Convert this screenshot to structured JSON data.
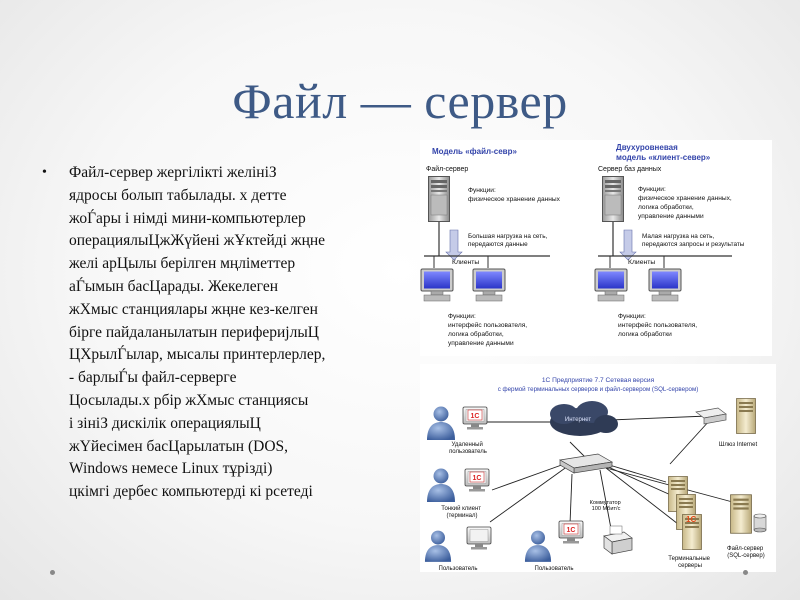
{
  "slide": {
    "title": "Файл — сервер",
    "bullet_symbol": "•",
    "body_lines": [
      "Файл-сервер жергілікті желініЗ",
      "ядросы болып табылады. х детте",
      "жоЃары і німді мини-компьютерлер",
      "операциялыЦжЖүйені жҰктейді жңне",
      "желі арЦылы берілген мңліметтер",
      "аЃымын басЦарады. Жекелеген",
      "жХмыс станциялары жңне кез-келген",
      "бірге пайдаланылатын периферијлыЦ",
      "ЦХрылЃылар, мысалы принтерлерлер,",
      "- барлыЃы файл-серверге",
      "Цосылады.х рбір жХмыс станциясы",
      "і зініЗ дискілік операциялыЦ",
      "жҮйесімен басЦарылатын (DOS,",
      "Windows немесе Linux тұрізді)",
      "цкімгі дербес компьютерді кі рсетеді"
    ]
  },
  "figure_top": {
    "left_heading": "Модель «файл-севр»",
    "right_heading_line1": "Двухуровневая",
    "right_heading_line2": "модель «клиент-север»",
    "left_server_label": "Файл-сервер",
    "right_server_label": "Сервер баз данных",
    "left_functions": [
      "Функции:",
      "физическое хранение данных"
    ],
    "right_functions": [
      "Функции:",
      "физическое хранение данных,",
      "логика обработки,",
      "управление данными"
    ],
    "left_load_note": [
      "Большая нагрузка на сеть,",
      "передаются данные"
    ],
    "right_load_note": [
      "Малая нагрузка на сеть,",
      "передаются запросы и результаты"
    ],
    "clients_label": "Клиенты",
    "left_client_functions": [
      "Функции:",
      "интерфейс пользователя,",
      "логика обработки,",
      "управление данными"
    ],
    "right_client_functions": [
      "Функции:",
      "интерфейс пользователя,",
      "логика обработки"
    ]
  },
  "figure_bottom": {
    "title_line1": "1С Предприятие 7.7 Сетевая версия",
    "title_line2": "с фермой терминальных серверов и файл-сервером (SQL-сервером)",
    "internet_label": "Интернет",
    "remote_user_label": [
      "Удаленный",
      "пользователь"
    ],
    "gateway_label": "Шлюз Internet",
    "thin_client_label": [
      "Тонкий клиент",
      "(терминал)"
    ],
    "switch_label": [
      "Коммутатор",
      "100 Мбит/с"
    ],
    "user_label": "Пользователь",
    "terminal_servers_label": [
      "Терминальные",
      "серверы"
    ],
    "file_server_label": [
      "Файл-сервер",
      "(SQL-сервер)"
    ],
    "onec_badge": "1С"
  },
  "colors": {
    "title": "#3e5a86",
    "figure_heading": "#3344aa",
    "person": "#4a6ea8",
    "cloud": "#2f3b55"
  }
}
